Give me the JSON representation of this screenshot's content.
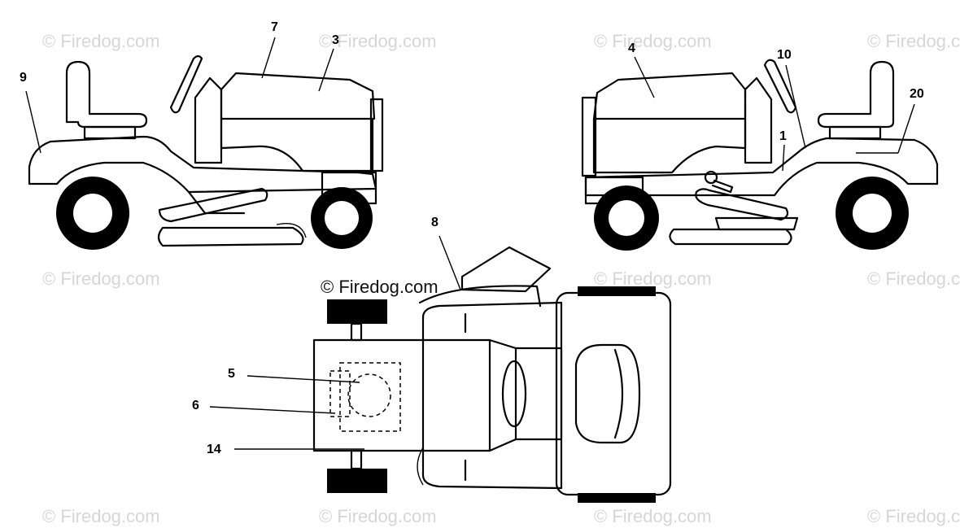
{
  "watermark": {
    "faint_text": "© Firedog.com",
    "center_text": "© Firedog.com"
  },
  "callouts": {
    "c1": "1",
    "c3": "3",
    "c4": "4",
    "c5": "5",
    "c6": "6",
    "c7": "7",
    "c8": "8",
    "c9": "9",
    "c10": "10",
    "c14": "14",
    "c20": "20"
  },
  "colors": {
    "line": "#000000",
    "background": "#ffffff",
    "watermark": "#d6d6d6"
  }
}
